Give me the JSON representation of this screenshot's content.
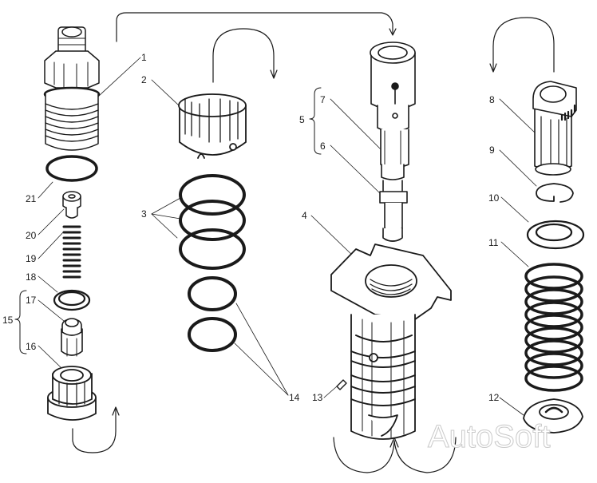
{
  "figure": {
    "type": "exploded-parts-diagram",
    "watermark": "AutoSoft",
    "callouts": [
      {
        "id": "1",
        "text": "1",
        "part": "delivery-valve-holder"
      },
      {
        "id": "2",
        "text": "2",
        "part": "control-sleeve"
      },
      {
        "id": "3",
        "text": "3",
        "part": "o-rings-upper"
      },
      {
        "id": "4",
        "text": "4",
        "part": "barrel-flange"
      },
      {
        "id": "5",
        "text": "5",
        "part": "plunger-and-barrel-assembly"
      },
      {
        "id": "6",
        "text": "6",
        "part": "plunger"
      },
      {
        "id": "7",
        "text": "7",
        "part": "barrel"
      },
      {
        "id": "8",
        "text": "8",
        "part": "control-gear-sleeve"
      },
      {
        "id": "9",
        "text": "9",
        "part": "snap-ring"
      },
      {
        "id": "10",
        "text": "10",
        "part": "upper-spring-seat"
      },
      {
        "id": "11",
        "text": "11",
        "part": "plunger-spring"
      },
      {
        "id": "12",
        "text": "12",
        "part": "lower-spring-seat"
      },
      {
        "id": "13",
        "text": "13",
        "part": "pin"
      },
      {
        "id": "14",
        "text": "14",
        "part": "o-rings-lower"
      },
      {
        "id": "15",
        "text": "15",
        "part": "delivery-valve-assembly"
      },
      {
        "id": "16",
        "text": "16",
        "part": "valve-seat"
      },
      {
        "id": "17",
        "text": "17",
        "part": "delivery-valve"
      },
      {
        "id": "18",
        "text": "18",
        "part": "gasket"
      },
      {
        "id": "19",
        "text": "19",
        "part": "valve-spring"
      },
      {
        "id": "20",
        "text": "20",
        "part": "volume-reducer"
      },
      {
        "id": "21",
        "text": "21",
        "part": "o-ring"
      }
    ]
  }
}
